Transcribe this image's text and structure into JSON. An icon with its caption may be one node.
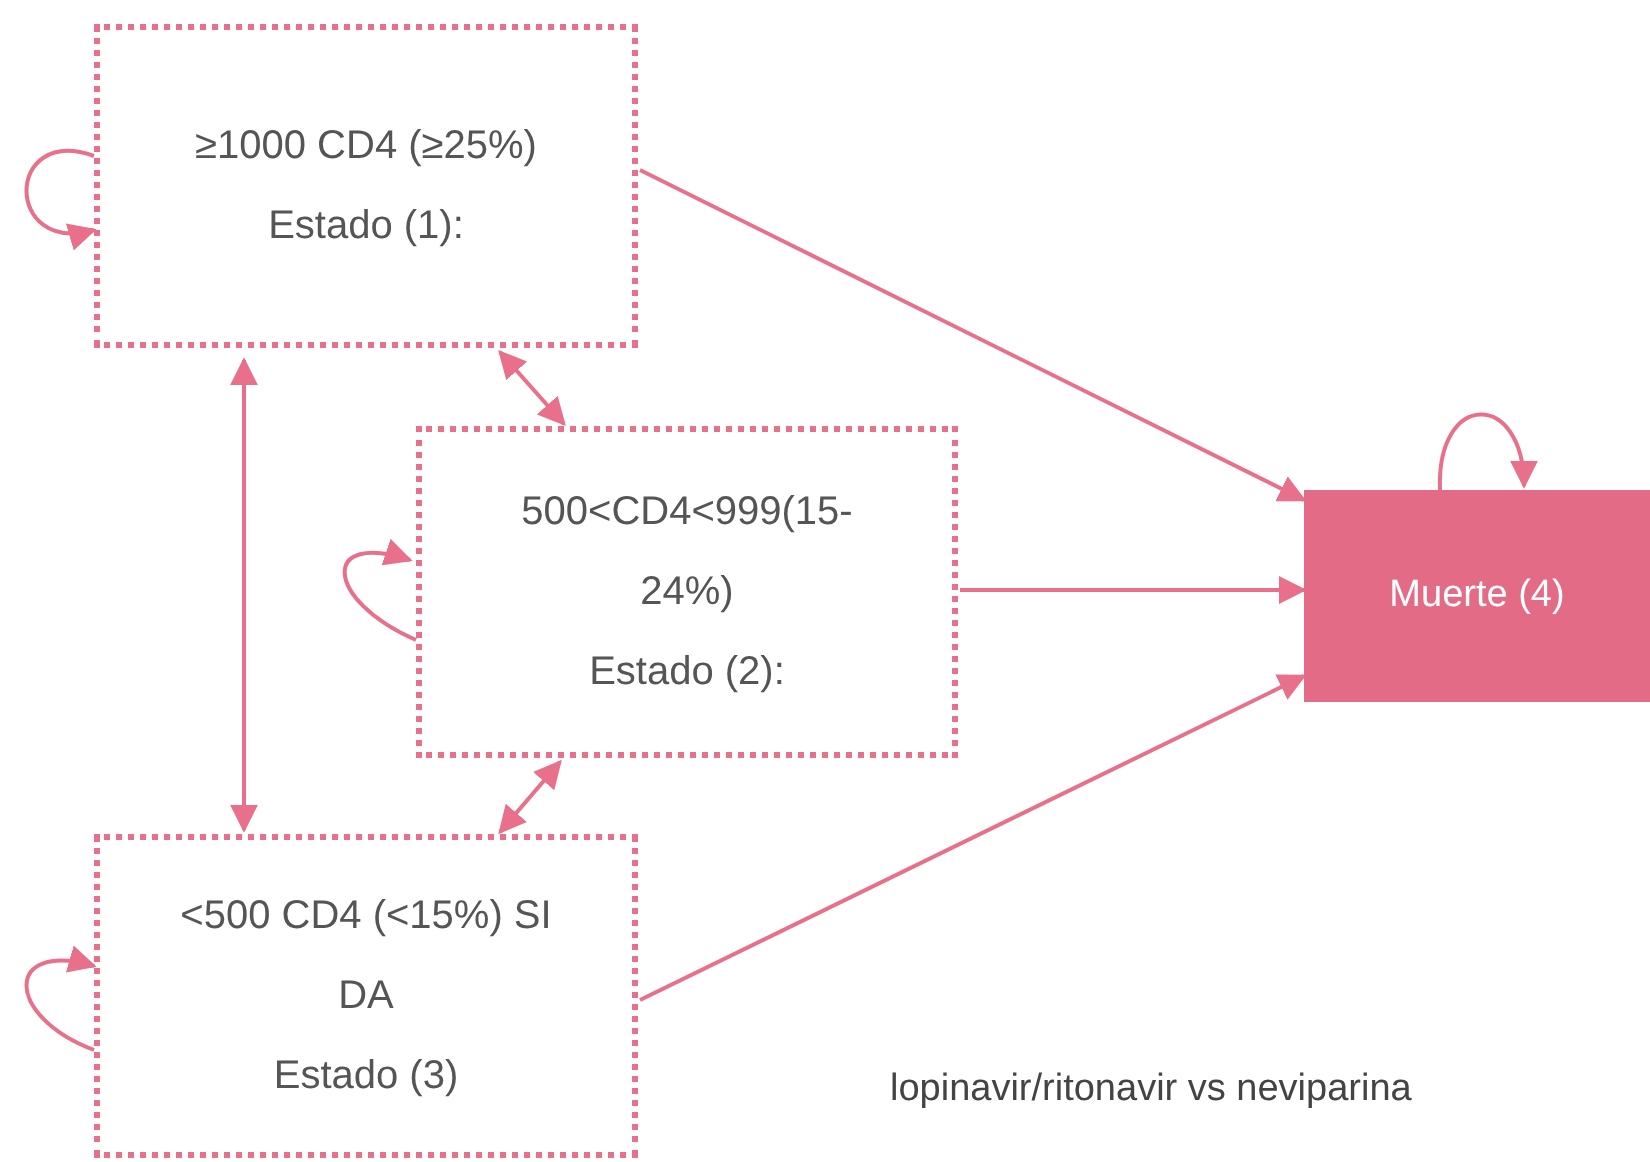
{
  "diagram": {
    "nodes": [
      {
        "text": [
          "≥1000 CD4 (≥25%)",
          "Estado (1):"
        ]
      },
      {
        "text": [
          "500<CD4<999(15-24%)",
          "Estado (2):"
        ]
      },
      {
        "text": [
          "<500 CD4 (<15%) SIDA",
          "Estado (3)"
        ]
      },
      {
        "text": [
          "Muerte (4)"
        ]
      }
    ],
    "edges": [
      {
        "from": 0,
        "to": 0,
        "arrow": "to"
      },
      {
        "from": 0,
        "to": 3,
        "arrow": "to"
      },
      {
        "from": 0,
        "to": 1,
        "arrow": "both"
      },
      {
        "from": 0,
        "to": 2,
        "arrow": "both"
      },
      {
        "from": 1,
        "to": 1,
        "arrow": "to"
      },
      {
        "from": 1,
        "to": 3,
        "arrow": "to"
      },
      {
        "from": 1,
        "to": 2,
        "arrow": "both"
      },
      {
        "from": 2,
        "to": 2,
        "arrow": "to"
      },
      {
        "from": 2,
        "to": 3,
        "arrow": "to"
      },
      {
        "from": 3,
        "to": 3,
        "arrow": "to"
      }
    ],
    "labels": [
      "lopinavir/ritonavir vs neviparina"
    ]
  }
}
